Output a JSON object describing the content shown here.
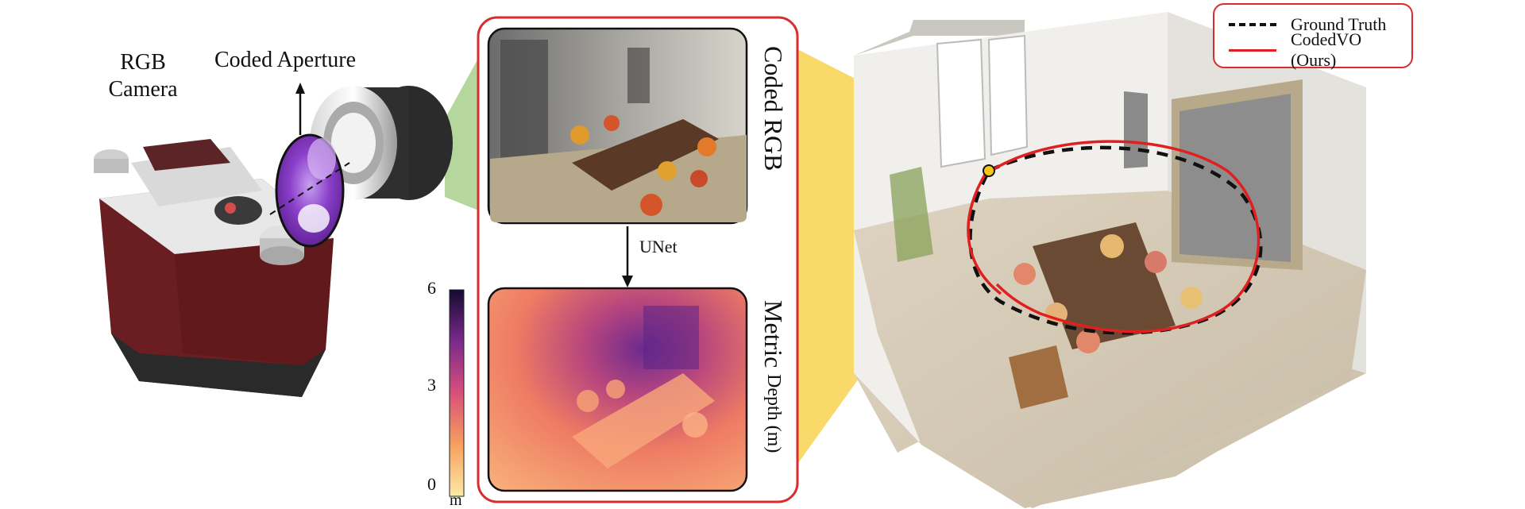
{
  "camera": {
    "rgb_label_line1": "RGB",
    "rgb_label_line2": "Camera",
    "aperture_label": "Coded Aperture"
  },
  "panel": {
    "coded_rgb_label": "Coded RGB",
    "unet_label": "UNet",
    "metric_label": "Metric",
    "depth_label": "Depth (m)"
  },
  "colorbar": {
    "max": "6",
    "mid": "3",
    "min": "0",
    "unit": "m"
  },
  "legend": {
    "ground_truth": "Ground Truth",
    "codedvo": "CodedVO (Ours)"
  },
  "colors": {
    "panel_border": "#d92d2d",
    "trajectory_estimate": "#e02020",
    "trajectory_ground_truth": "#111111",
    "camera_leather": "#6b1e22",
    "aperture_purple": "#8a3fc9",
    "frustum_green": "#a8d08d",
    "frustum_yellow": "#f5c518"
  }
}
